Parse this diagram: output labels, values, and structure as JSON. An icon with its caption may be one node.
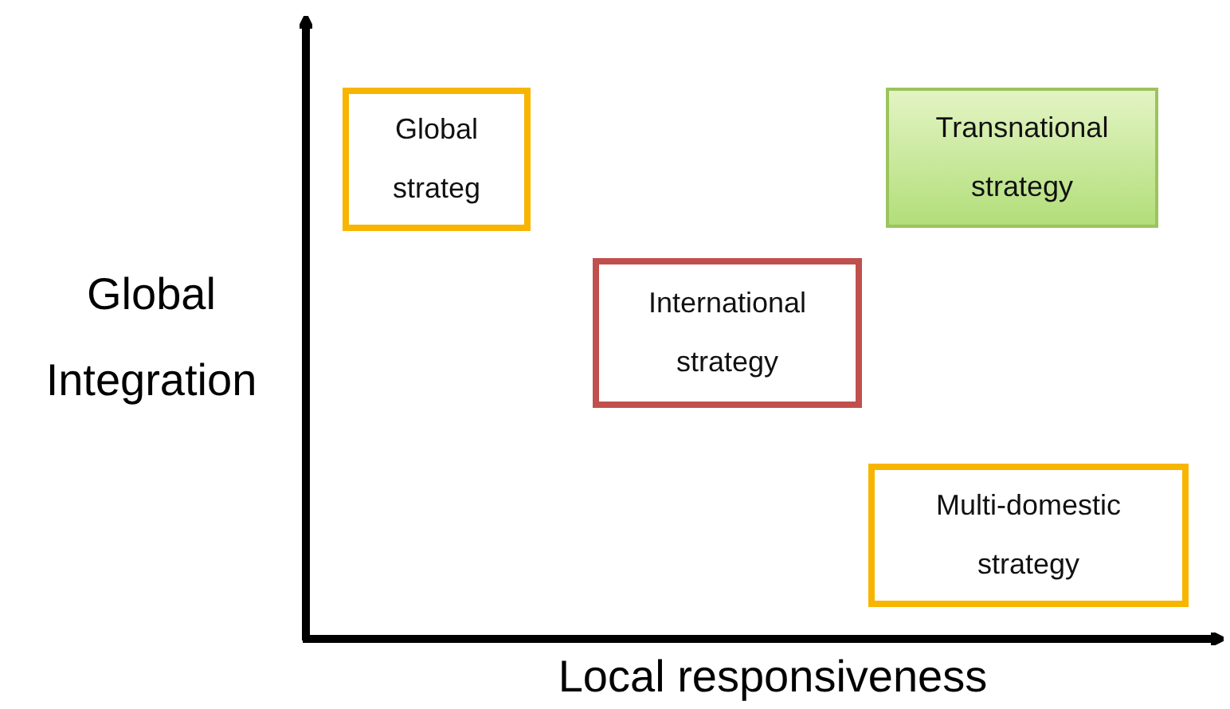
{
  "diagram": {
    "nodes": [
      {
        "text": [
          "Global strateg"
        ]
      },
      {
        "text": [
          "Transnational strategy"
        ]
      },
      {
        "text": [
          "International strategy"
        ]
      },
      {
        "text": [
          "Multi-domestic strategy"
        ]
      }
    ],
    "labels": [
      "Global Integration",
      "Local responsiveness"
    ]
  }
}
